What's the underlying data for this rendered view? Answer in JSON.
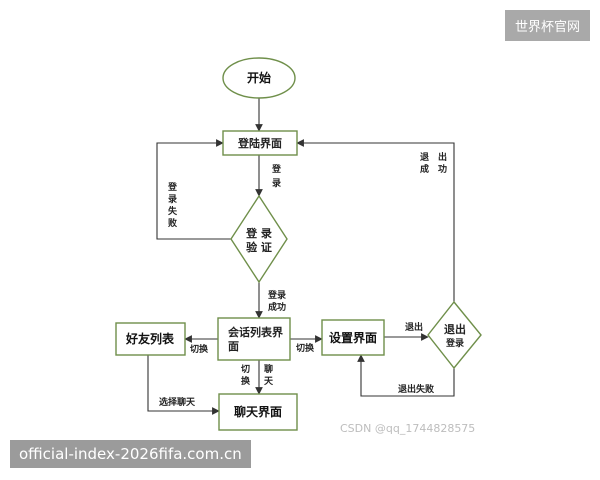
{
  "nodes": {
    "start": "开始",
    "login": "登陆界面",
    "verify_line1": "登  录",
    "verify_line2": "验  证",
    "session_line1": "会话列表界",
    "session_line2": "面",
    "friends": "好友列表",
    "settings": "设置界面",
    "logout_line1": "退出",
    "logout_line2": "登录",
    "chat": "聊天界面"
  },
  "edges": {
    "login_to_verify_1": "登",
    "login_to_verify_2": "录",
    "login_fail_1": "登",
    "login_fail_2": "录",
    "login_fail_3": "失",
    "login_fail_4": "败",
    "login_success_1": "登录",
    "login_success_2": "成功",
    "switch_left": "切换",
    "switch_right": "切换",
    "switch_down_1": "切",
    "switch_down_2": "换",
    "chat_down_1": "聊",
    "chat_down_2": "天",
    "select_chat": "选择聊天",
    "logout_edge": "退出",
    "logout_fail": "退出失败",
    "logout_success_1": "退　出",
    "logout_success_2": "成　功"
  },
  "watermarks": {
    "top_right": "世界杯官网",
    "bottom_left": "official-index-2026fifa.com.cn",
    "csdn": "CSDN @qq_1744828575"
  },
  "colors": {
    "node_stroke": "#6f8f4a",
    "edge": "#333333"
  }
}
